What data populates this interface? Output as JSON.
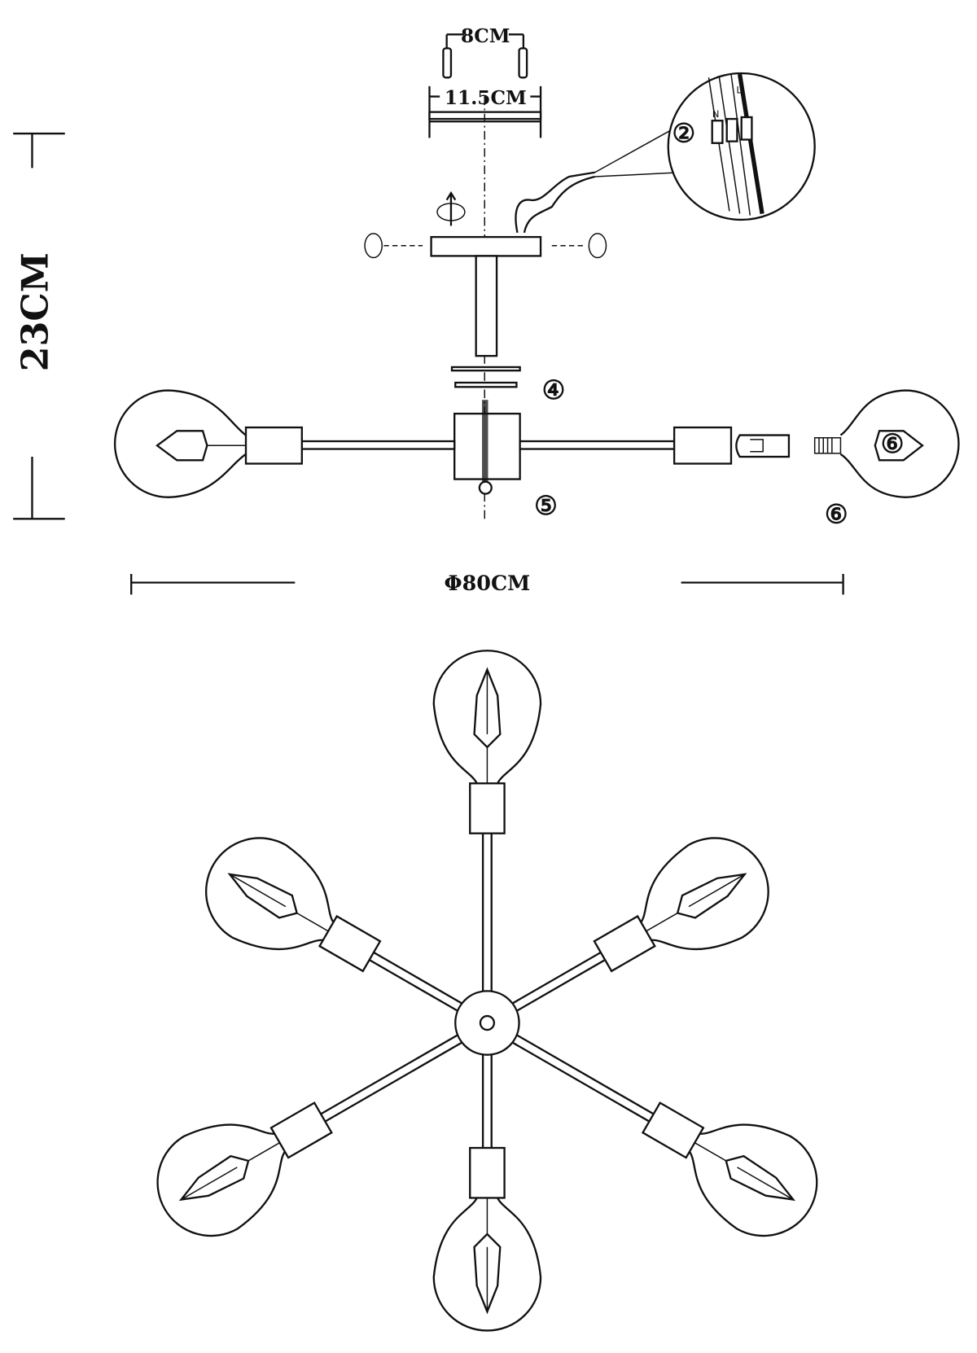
{
  "dimensions": {
    "screw_spacing": "8CM",
    "bracket_width": "11.5CM",
    "height": "23CM",
    "diameter": "Φ80CM"
  },
  "callouts": {
    "wiring_detail": "②",
    "washer": "④",
    "hub": "⑤",
    "bulb_loose": "⑥",
    "bulb_installed": "⑥"
  },
  "terminal_labels": {
    "neutral": "N",
    "live": "L"
  },
  "colors": {
    "line": "#111111",
    "background": "#ffffff"
  }
}
